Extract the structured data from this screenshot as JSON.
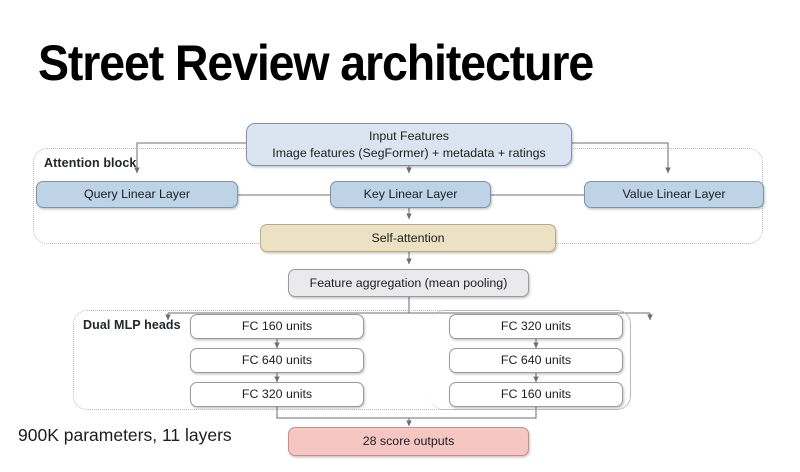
{
  "slide": {
    "title": "Street Review architecture",
    "caption": "900K parameters, 11 layers"
  },
  "groups": {
    "attention": {
      "label": "Attention block"
    },
    "mlp": {
      "label": "Dual MLP heads"
    }
  },
  "nodes": {
    "input": {
      "line1": "Input Features",
      "line2": "Image features (SegFormer) + metadata + ratings"
    },
    "query": {
      "label": "Query Linear Layer"
    },
    "key": {
      "label": "Key Linear Layer"
    },
    "value": {
      "label": "Value Linear Layer"
    },
    "self_attention": {
      "label": "Self-attention"
    },
    "aggregation": {
      "label": "Feature aggregation (mean pooling)"
    },
    "left_head": [
      {
        "label": "FC 160 units"
      },
      {
        "label": "FC 640 units"
      },
      {
        "label": "FC 320 units"
      }
    ],
    "right_head": [
      {
        "label": "FC 320 units"
      },
      {
        "label": "FC 640 units"
      },
      {
        "label": "FC 160 units"
      }
    ],
    "output": {
      "label": "28 score outputs"
    }
  },
  "colors": {
    "input_fill": "#dbe5f1",
    "qkv_fill": "#bfd3e7",
    "attention_fill": "#ece2c3",
    "grey_fill": "#eaeaec",
    "white_fill": "#ffffff",
    "output_fill": "#f6c6c2",
    "wire": "#6d6f73",
    "group_border": "#b8b8b8"
  }
}
